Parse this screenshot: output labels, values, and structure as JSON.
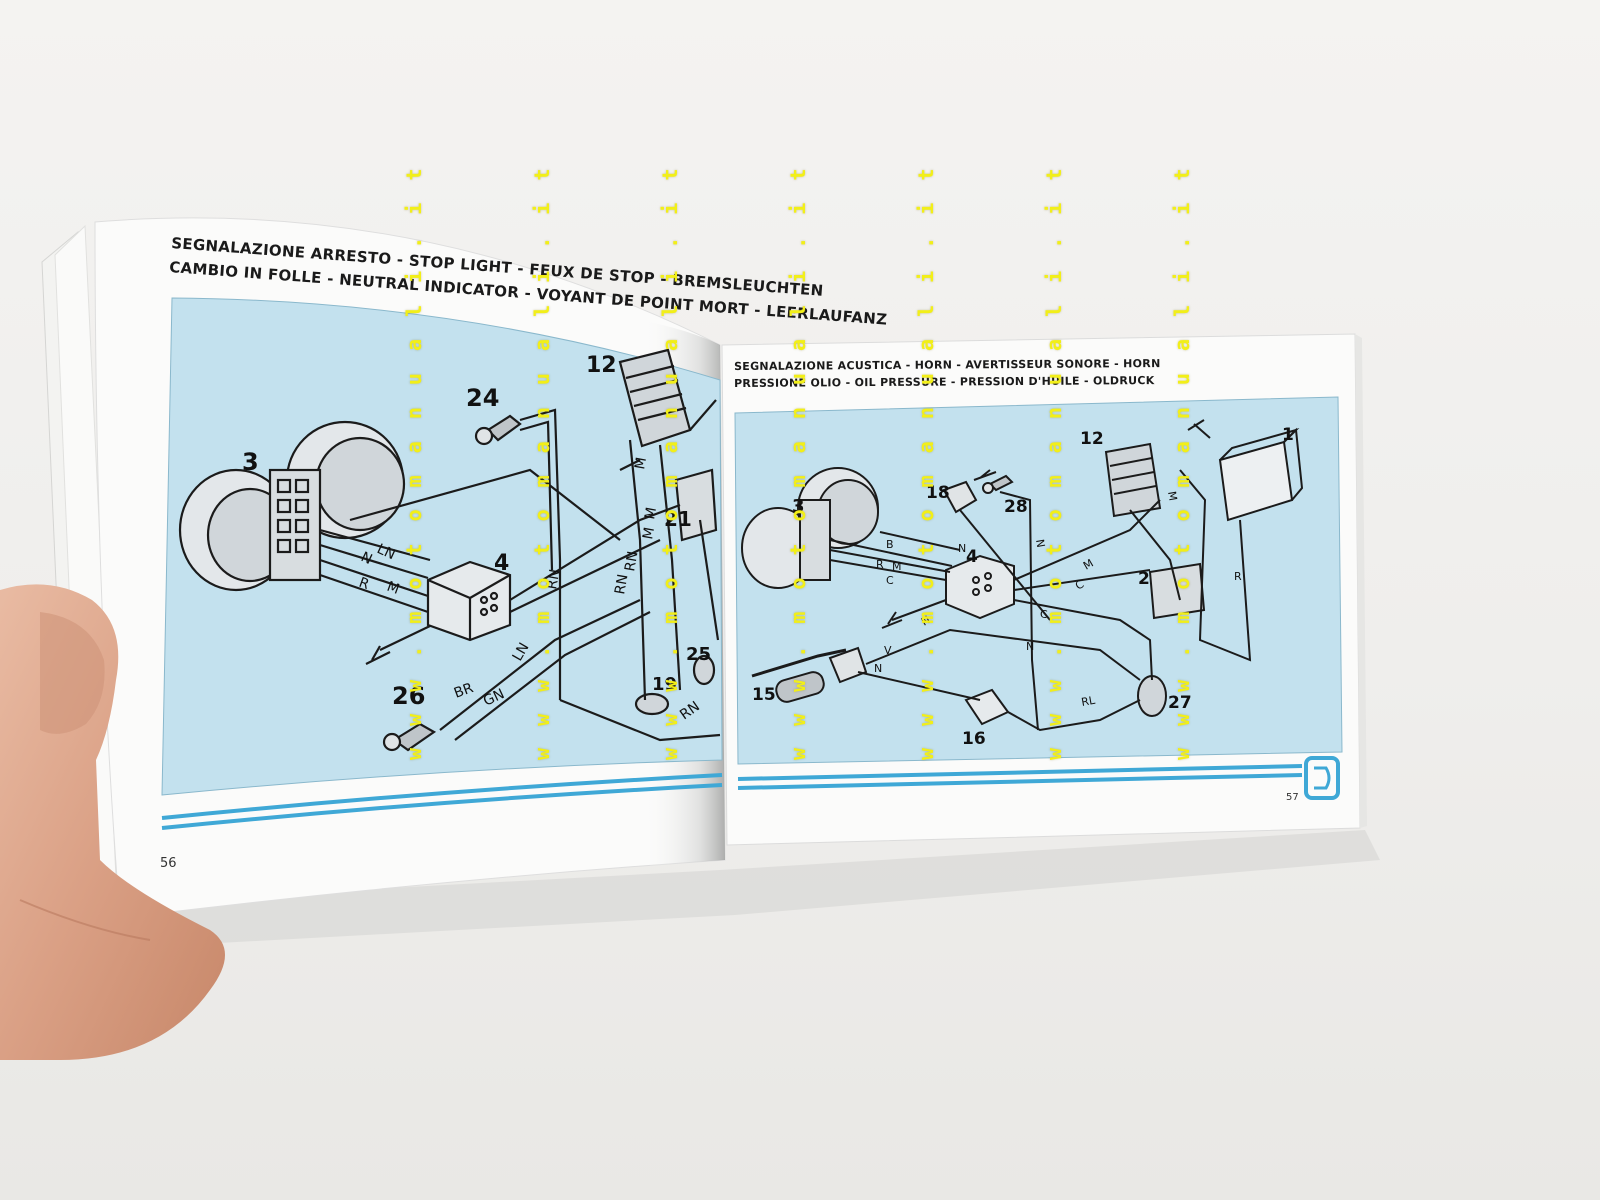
{
  "left_page": {
    "title_line1": "SEGNALAZIONE ARRESTO - STOP LIGHT - FEUX DE STOP - BREMSLEUCHTEN",
    "title_line2": "CAMBIO IN FOLLE - NEUTRAL INDICATOR - VOYANT DE POINT MORT - LEERLAUFANZ",
    "page_number": "56",
    "callouts": [
      "3",
      "24",
      "12",
      "4",
      "21",
      "19",
      "25",
      "26"
    ],
    "wire_labels": [
      "LN",
      "N",
      "R",
      "M",
      "RN",
      "RN",
      "RN",
      "M",
      "M",
      "M",
      "BR",
      "GN",
      "LN",
      "RN"
    ]
  },
  "right_page": {
    "title_line1": "SEGNALAZIONE ACUSTICA - HORN - AVERTISSEUR SONORE - HORN",
    "title_line2": "PRESSIONE OLIO - OIL PRESSURE - PRESSION D'HUILE - OLDRUCK",
    "page_number": "57",
    "callouts": [
      "3",
      "18",
      "28",
      "12",
      "1",
      "4",
      "2",
      "15",
      "16",
      "27"
    ],
    "wire_labels": [
      "B",
      "R",
      "M",
      "C",
      "N",
      "N",
      "M",
      "C",
      "M",
      "R",
      "N",
      "C",
      "V",
      "N",
      "RL",
      "N"
    ]
  },
  "watermark_text": "w w w . m o t o m a n u a l i . i t",
  "colors": {
    "diagram_bg": "#c3e1ee",
    "stripe": "#3fa8d6",
    "paper": "#fbfbfa",
    "watermark": "#f2ef18"
  }
}
